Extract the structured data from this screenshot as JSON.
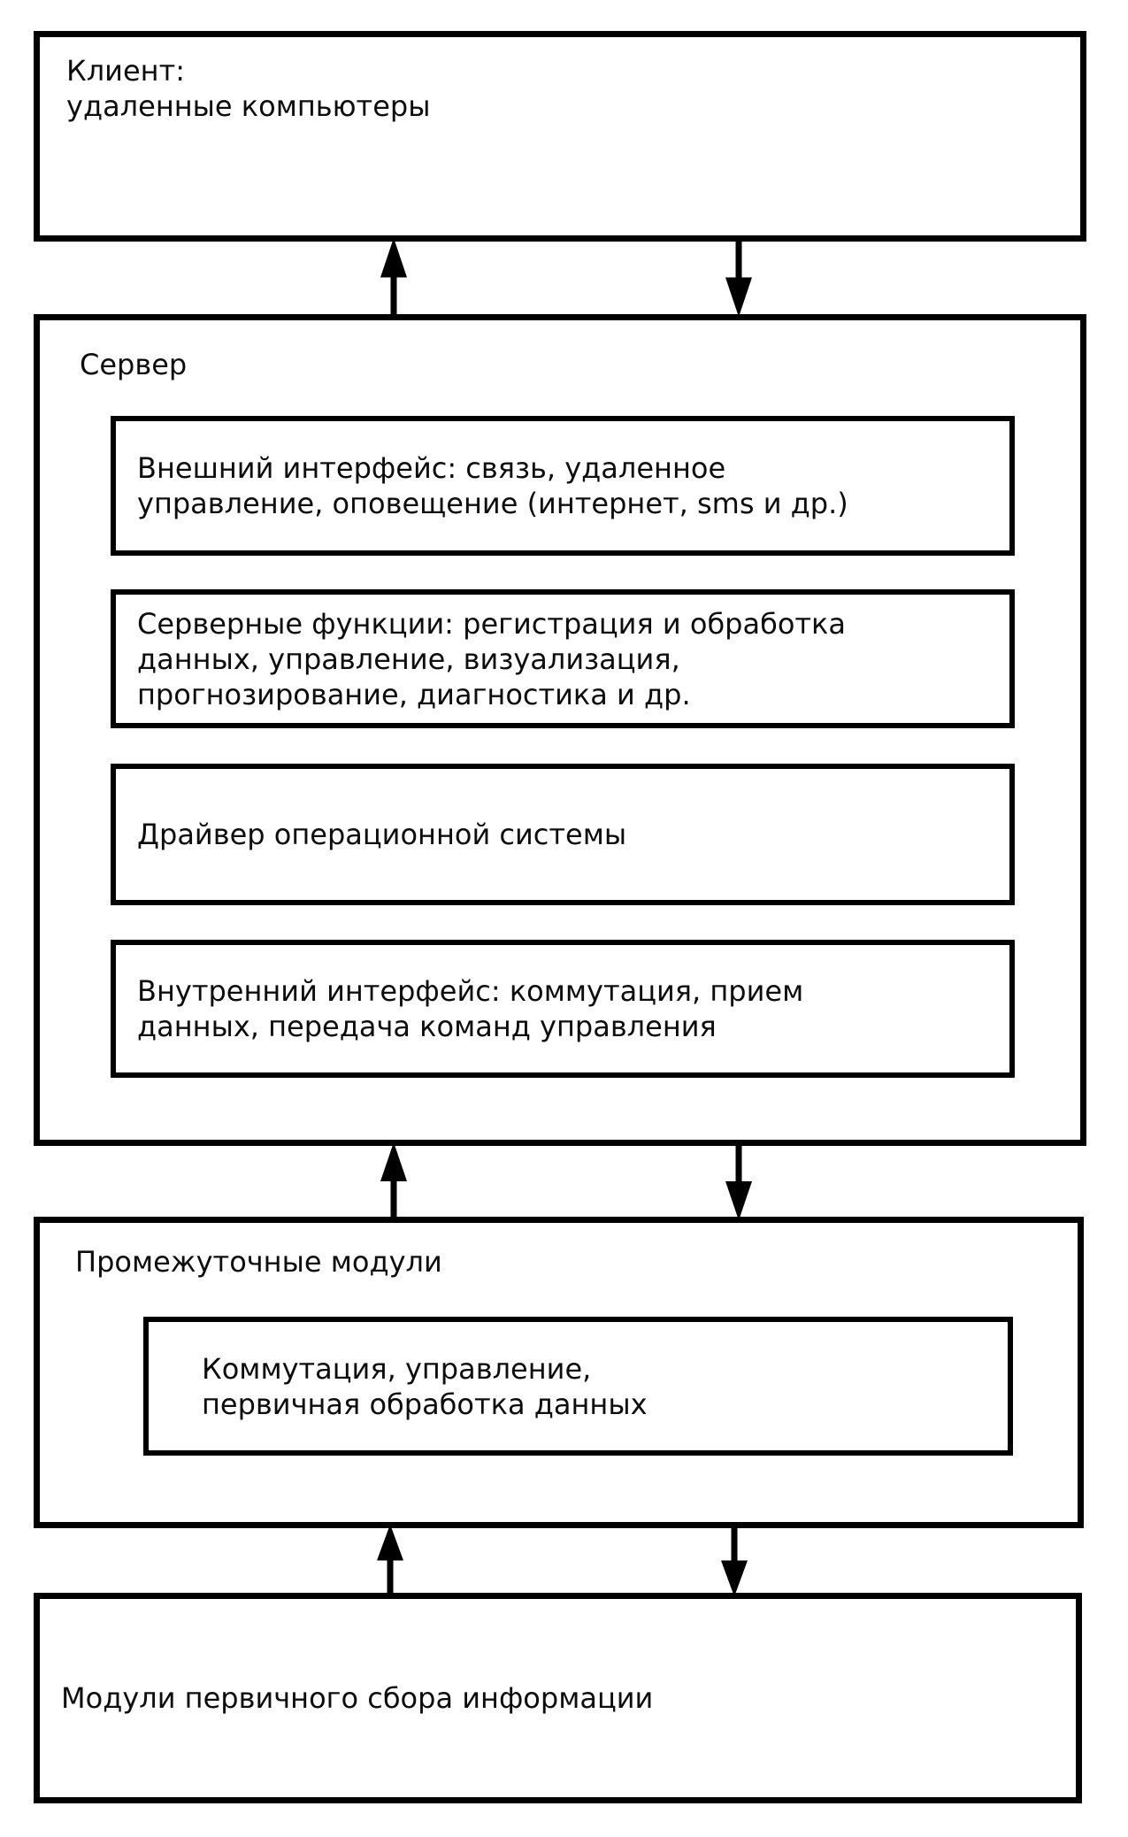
{
  "client": {
    "title": "Клиент:\nудаленные компьютеры"
  },
  "server": {
    "title": "Сервер",
    "modules": [
      {
        "text": "Внешний интерфейс: связь, удаленное\nуправление, оповещение (интернет, sms и др.)"
      },
      {
        "text": "Серверные функции: регистрация и обработка\nданных, управление, визуализация,\nпрогнозирование, диагностика и др."
      },
      {
        "text": "Драйвер операционной системы"
      },
      {
        "text": "Внутренний интерфейс: коммутация, прием\nданных, передача команд управления"
      }
    ]
  },
  "intermediate": {
    "title": "Промежуточные модули",
    "module_text": "Коммутация, управление,\nпервичная обработка данных"
  },
  "collectors": {
    "title": "Модули первичного сбора информации"
  },
  "colors": {
    "ink": "#000000",
    "paper": "#ffffff"
  }
}
